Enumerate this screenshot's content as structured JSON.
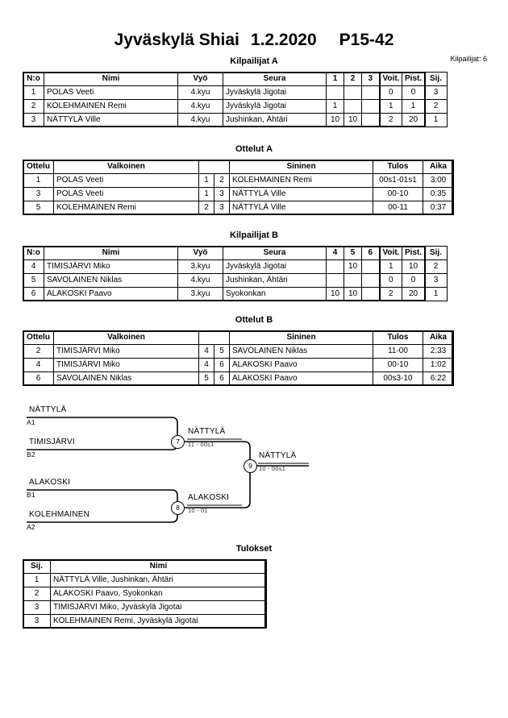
{
  "header": {
    "title_event": "Jyväskylä Shiai",
    "title_date": "1.2.2020",
    "title_category": "P15-42",
    "entrant_count": "Kilpailijat: 6"
  },
  "sections": {
    "pool_a_caption": "Kilpailijat A",
    "matches_a_caption": "Ottelut A",
    "pool_b_caption": "Kilpailijat B",
    "matches_b_caption": "Ottelut B",
    "results_caption": "Tulokset"
  },
  "pool_a": {
    "headers": [
      "N:o",
      "Nimi",
      "Vyö",
      "Seura",
      "1",
      "2",
      "3",
      "Voit.",
      "Pist.",
      "Sij."
    ],
    "rows": [
      {
        "no": "1",
        "name": "POLAS Veeti",
        "belt": "4.kyu",
        "club": "Jyväskylä Jigotai",
        "m1": "",
        "m2": "",
        "m3": "",
        "wins": "0",
        "points": "0",
        "rank": "3"
      },
      {
        "no": "2",
        "name": "KOLEHMAINEN Remi",
        "belt": "4.kyu",
        "club": "Jyväskylä Jigotai",
        "m1": "1",
        "m2": "",
        "m3": "",
        "wins": "1",
        "points": "1",
        "rank": "2"
      },
      {
        "no": "3",
        "name": "NÄTTYLÄ Ville",
        "belt": "4.kyu",
        "club": "Jushinkan, Ähtäri",
        "m1": "10",
        "m2": "10",
        "m3": "",
        "wins": "2",
        "points": "20",
        "rank": "1"
      }
    ]
  },
  "matches_a": {
    "headers": [
      "Ottelu",
      "Valkoinen",
      "",
      "",
      "Sininen",
      "Tulos",
      "Aika"
    ],
    "rows": [
      {
        "ottelu": "1",
        "white": "POLAS Veeti",
        "wno": "1",
        "bno": "2",
        "blue": "KOLEHMAINEN Remi",
        "result": "00s1-01s1",
        "time": "3:00"
      },
      {
        "ottelu": "3",
        "white": "POLAS Veeti",
        "wno": "1",
        "bno": "3",
        "blue": "NÄTTYLÄ Ville",
        "result": "00-10",
        "time": "0:35"
      },
      {
        "ottelu": "5",
        "white": "KOLEHMAINEN Remi",
        "wno": "2",
        "bno": "3",
        "blue": "NÄTTYLÄ Ville",
        "result": "00-11",
        "time": "0:37"
      }
    ]
  },
  "pool_b": {
    "headers": [
      "N:o",
      "Nimi",
      "Vyö",
      "Seura",
      "4",
      "5",
      "6",
      "Voit.",
      "Pist.",
      "Sij."
    ],
    "rows": [
      {
        "no": "4",
        "name": "TIMISJÄRVI Miko",
        "belt": "3.kyu",
        "club": "Jyväskylä Jigotai",
        "m1": "",
        "m2": "10",
        "m3": "",
        "wins": "1",
        "points": "10",
        "rank": "2"
      },
      {
        "no": "5",
        "name": "SAVOLAINEN Niklas",
        "belt": "4.kyu",
        "club": "Jushinkan, Ähtäri",
        "m1": "",
        "m2": "",
        "m3": "",
        "wins": "0",
        "points": "0",
        "rank": "3"
      },
      {
        "no": "6",
        "name": "ALAKOSKI Paavo",
        "belt": "3.kyu",
        "club": "Syokonkan",
        "m1": "10",
        "m2": "10",
        "m3": "",
        "wins": "2",
        "points": "20",
        "rank": "1"
      }
    ]
  },
  "matches_b": {
    "headers": [
      "Ottelu",
      "Valkoinen",
      "",
      "",
      "Sininen",
      "Tulos",
      "Aika"
    ],
    "rows": [
      {
        "ottelu": "2",
        "white": "TIMISJÄRVI Miko",
        "wno": "4",
        "bno": "5",
        "blue": "SAVOLAINEN Niklas",
        "result": "11-00",
        "time": "2:33"
      },
      {
        "ottelu": "4",
        "white": "TIMISJÄRVI Miko",
        "wno": "4",
        "bno": "6",
        "blue": "ALAKOSKI Paavo",
        "result": "00-10",
        "time": "1:02"
      },
      {
        "ottelu": "6",
        "white": "SAVOLAINEN Niklas",
        "wno": "5",
        "bno": "6",
        "blue": "ALAKOSKI Paavo",
        "result": "00s3-10",
        "time": "6:22"
      }
    ]
  },
  "bracket": {
    "entries": [
      {
        "name": "NÄTTYLÄ",
        "seed": "A1"
      },
      {
        "name": "TIMISJÄRVI",
        "seed": "B2"
      },
      {
        "name": "ALAKOSKI",
        "seed": "B1"
      },
      {
        "name": "KOLEHMAINEN",
        "seed": "A2"
      }
    ],
    "nodes": [
      {
        "number": "7",
        "winner": "NÄTTYLÄ",
        "score": "11 - 00s1"
      },
      {
        "number": "8",
        "winner": "ALAKOSKI",
        "score": "10 - 01"
      },
      {
        "number": "9",
        "winner": "NÄTTYLÄ",
        "score": "10 - 00s1"
      }
    ]
  },
  "results": {
    "headers": [
      "Sij.",
      "Nimi"
    ],
    "rows": [
      {
        "rank": "1",
        "name": "NÄTTYLÄ Ville, Jushinkan, Ähtäri"
      },
      {
        "rank": "2",
        "name": "ALAKOSKI Paavo, Syokonkan"
      },
      {
        "rank": "3",
        "name": "TIMISJÄRVI Miko, Jyväskylä Jigotai"
      },
      {
        "rank": "3",
        "name": "KOLEHMAINEN Remi, Jyväskylä Jigotai"
      }
    ]
  }
}
